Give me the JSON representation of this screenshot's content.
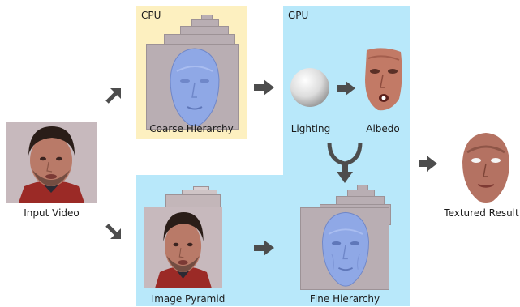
{
  "regions": {
    "cpu": {
      "label": "CPU",
      "color": "#fdf0c0"
    },
    "gpu": {
      "label": "GPU",
      "color": "#b8e8fa"
    }
  },
  "nodes": {
    "input_video": "Input Video",
    "coarse_hierarchy": "Coarse Hierarchy",
    "lighting": "Lighting",
    "albedo": "Albedo",
    "image_pyramid": "Image Pyramid",
    "fine_hierarchy": "Fine Hierarchy",
    "textured_result": "Textured Result"
  },
  "colors": {
    "arrow": "#4d4d4d",
    "mesh": "#8fa8e6",
    "skin": "#b97a68",
    "hair": "#2a1d18",
    "shirt": "#9b2a26",
    "photo_bg": "#c7b9bd"
  },
  "icons": {
    "arrow": "arrow-icon",
    "sphere": "sphere-icon",
    "face_mesh": "face-mesh-icon",
    "face_photo": "face-photo-icon",
    "albedo_map": "albedo-face-icon",
    "textured_face": "textured-face-icon"
  }
}
